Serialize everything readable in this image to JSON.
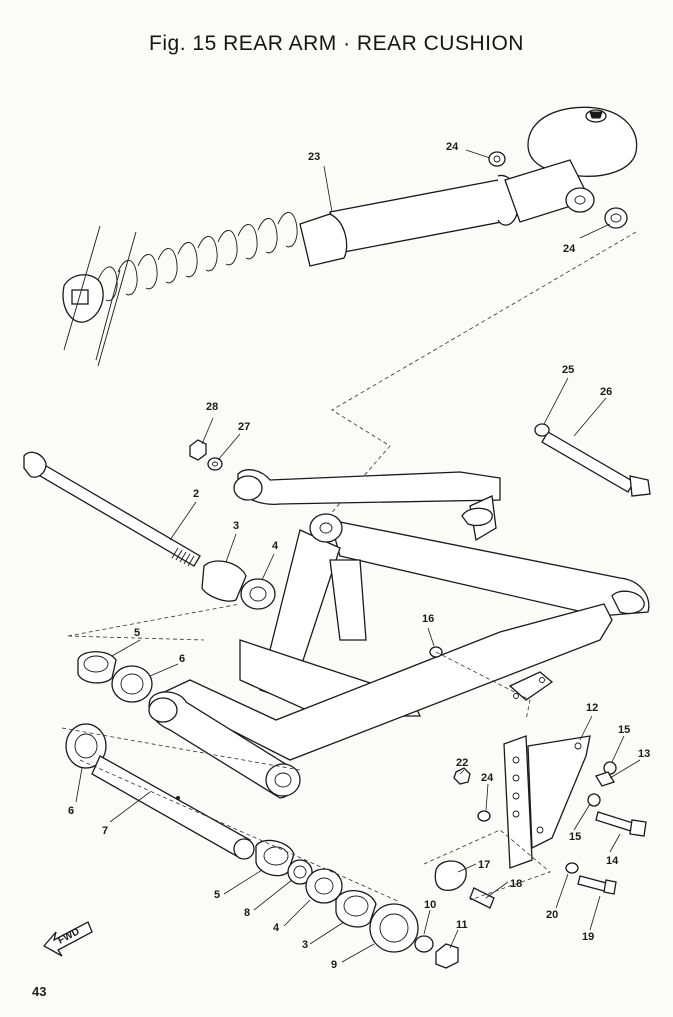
{
  "title": "Fig. 15 REAR ARM · REAR CUSHION",
  "page_number": "43",
  "direction_marker": "FWD",
  "callouts": [
    {
      "id": "c23",
      "label": "23"
    },
    {
      "id": "c24a",
      "label": "24"
    },
    {
      "id": "c24b",
      "label": "24"
    },
    {
      "id": "c25",
      "label": "25"
    },
    {
      "id": "c26",
      "label": "26"
    },
    {
      "id": "c28",
      "label": "28"
    },
    {
      "id": "c27",
      "label": "27"
    },
    {
      "id": "c2",
      "label": "2"
    },
    {
      "id": "c3a",
      "label": "3"
    },
    {
      "id": "c4a",
      "label": "4"
    },
    {
      "id": "c5a",
      "label": "5"
    },
    {
      "id": "c6a",
      "label": "6"
    },
    {
      "id": "c16",
      "label": "16"
    },
    {
      "id": "c12",
      "label": "12"
    },
    {
      "id": "c15a",
      "label": "15"
    },
    {
      "id": "c13",
      "label": "13"
    },
    {
      "id": "c22",
      "label": "22"
    },
    {
      "id": "c24c",
      "label": "24"
    },
    {
      "id": "c15b",
      "label": "15"
    },
    {
      "id": "c6b",
      "label": "6"
    },
    {
      "id": "c7",
      "label": "7"
    },
    {
      "id": "c14",
      "label": "14"
    },
    {
      "id": "c17",
      "label": "17"
    },
    {
      "id": "c18",
      "label": "18"
    },
    {
      "id": "c20",
      "label": "20"
    },
    {
      "id": "c19",
      "label": "19"
    },
    {
      "id": "c5b",
      "label": "5"
    },
    {
      "id": "c8",
      "label": "8"
    },
    {
      "id": "c4b",
      "label": "4"
    },
    {
      "id": "c3b",
      "label": "3"
    },
    {
      "id": "c10",
      "label": "10"
    },
    {
      "id": "c11",
      "label": "11"
    },
    {
      "id": "c9",
      "label": "9"
    }
  ]
}
